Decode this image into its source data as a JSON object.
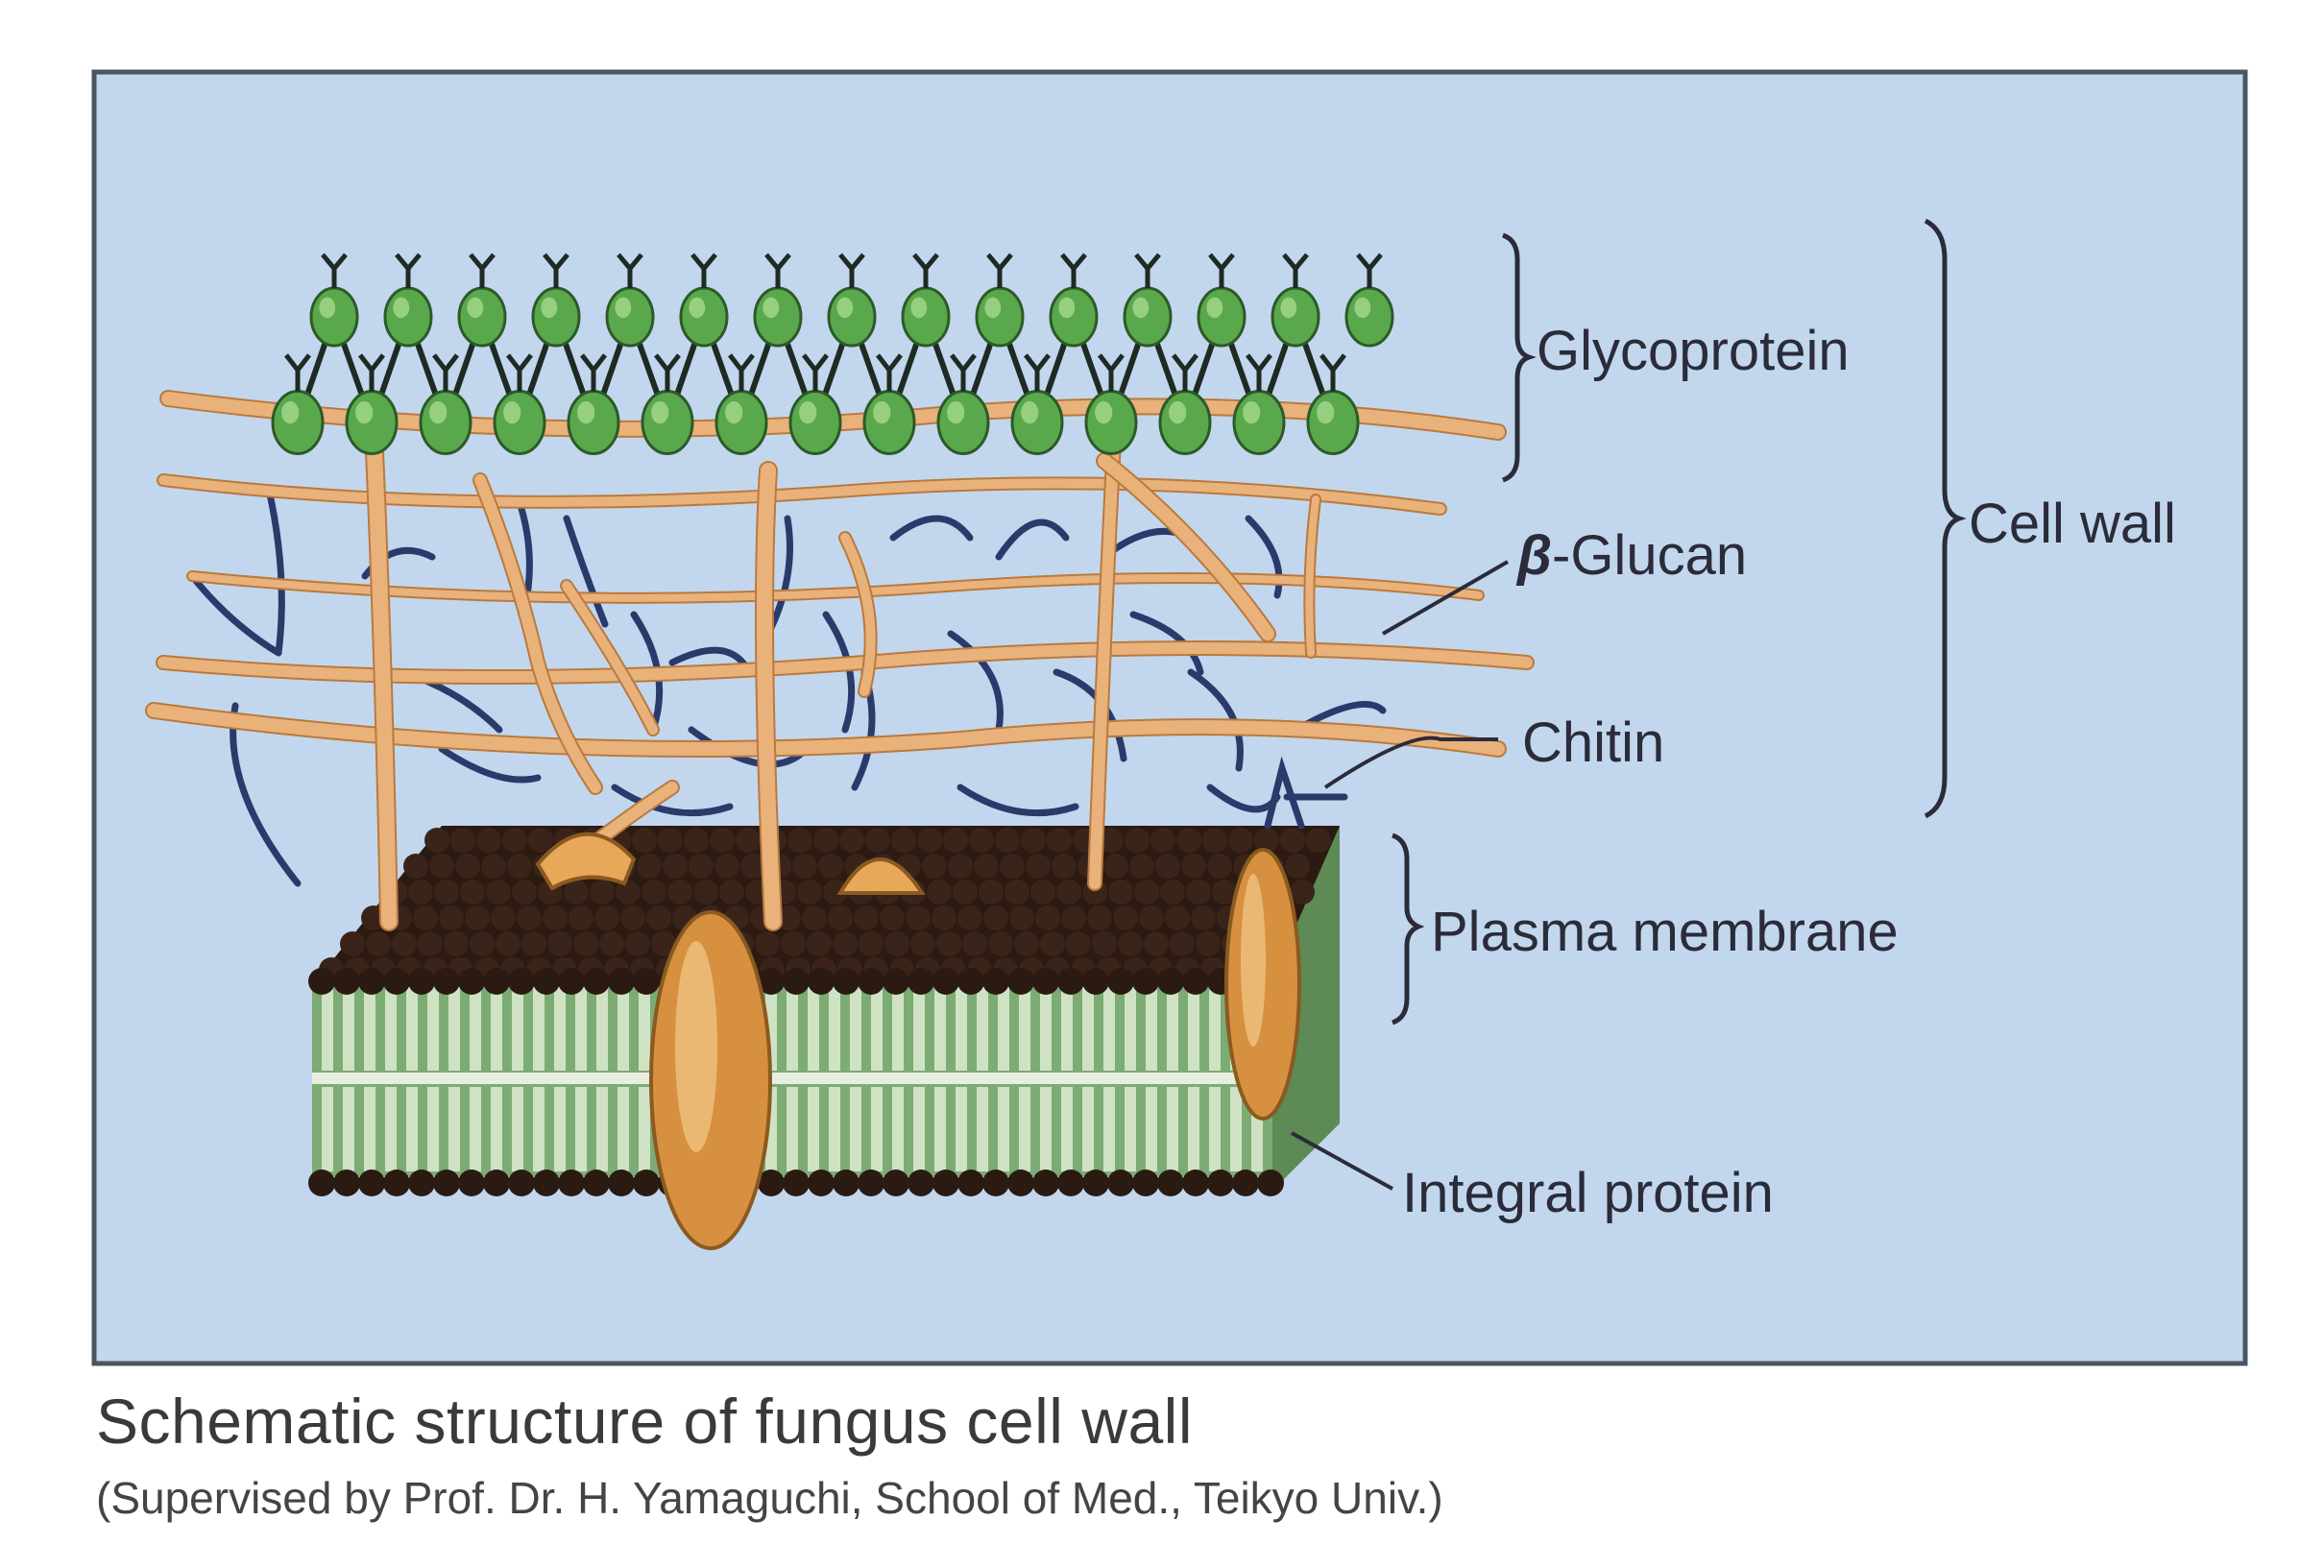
{
  "colors": {
    "panel_bg": "#c2d7ee",
    "panel_border": "#4a5560",
    "glycoprotein": "#5aa84c",
    "glucan_fiber": "#e9b27a",
    "chitin_fiber": "#2a3a6a",
    "membrane_head": "#2a1a12",
    "membrane_tail": "#7dab74",
    "integral_protein": "#d69040"
  },
  "labels": {
    "glycoprotein": "Glycoprotein",
    "cell_wall": "Cell wall",
    "beta_symbol": "β",
    "beta_glucan": "-Glucan",
    "chitin": "Chitin",
    "plasma_membrane": "Plasma membrane",
    "integral_protein": "Integral protein"
  },
  "caption": {
    "title": "Schematic structure of fungus cell wall",
    "credit": "(Supervised by Prof. Dr. H. Yamaguchi, School of Med., Teikyo Univ.)"
  }
}
